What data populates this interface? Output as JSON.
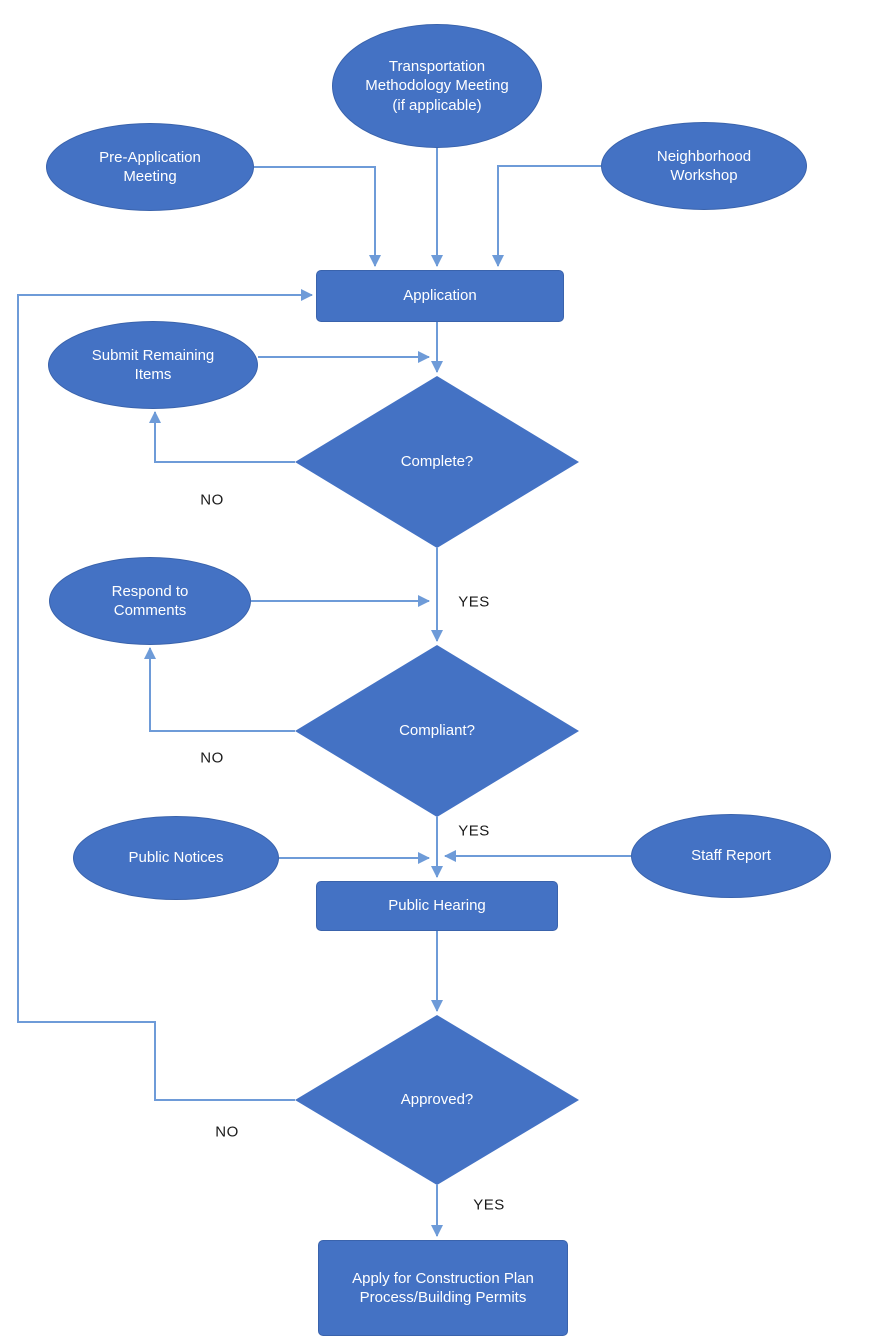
{
  "colors": {
    "shape_fill": "#4472C4",
    "shape_border": "#3A63AC",
    "shape_text": "#FFFFFF",
    "connector": "#6E9BD8",
    "label_text": "#1A1A1A",
    "background": "#FFFFFF"
  },
  "nodes": {
    "transportation_meeting": {
      "type": "ellipse",
      "label": "Transportation Methodology Meeting (if applicable)"
    },
    "pre_application_meeting": {
      "type": "ellipse",
      "label": "Pre-Application Meeting"
    },
    "neighborhood_workshop": {
      "type": "ellipse",
      "label": "Neighborhood Workshop"
    },
    "application": {
      "type": "process",
      "label": "Application"
    },
    "submit_remaining_items": {
      "type": "ellipse",
      "label": "Submit Remaining Items"
    },
    "complete": {
      "type": "decision",
      "label": "Complete?"
    },
    "respond_to_comments": {
      "type": "ellipse",
      "label": "Respond to Comments"
    },
    "compliant": {
      "type": "decision",
      "label": "Compliant?"
    },
    "public_notices": {
      "type": "ellipse",
      "label": "Public Notices"
    },
    "staff_report": {
      "type": "ellipse",
      "label": "Staff Report"
    },
    "public_hearing": {
      "type": "process",
      "label": "Public Hearing"
    },
    "approved": {
      "type": "decision",
      "label": "Approved?"
    },
    "apply_for_permits": {
      "type": "process",
      "label": "Apply for Construction Plan Process/Building Permits"
    }
  },
  "edge_labels": {
    "complete_no": "NO",
    "complete_yes": "YES",
    "compliant_no": "NO",
    "compliant_yes": "YES",
    "approved_no": "NO",
    "approved_yes": "YES"
  }
}
